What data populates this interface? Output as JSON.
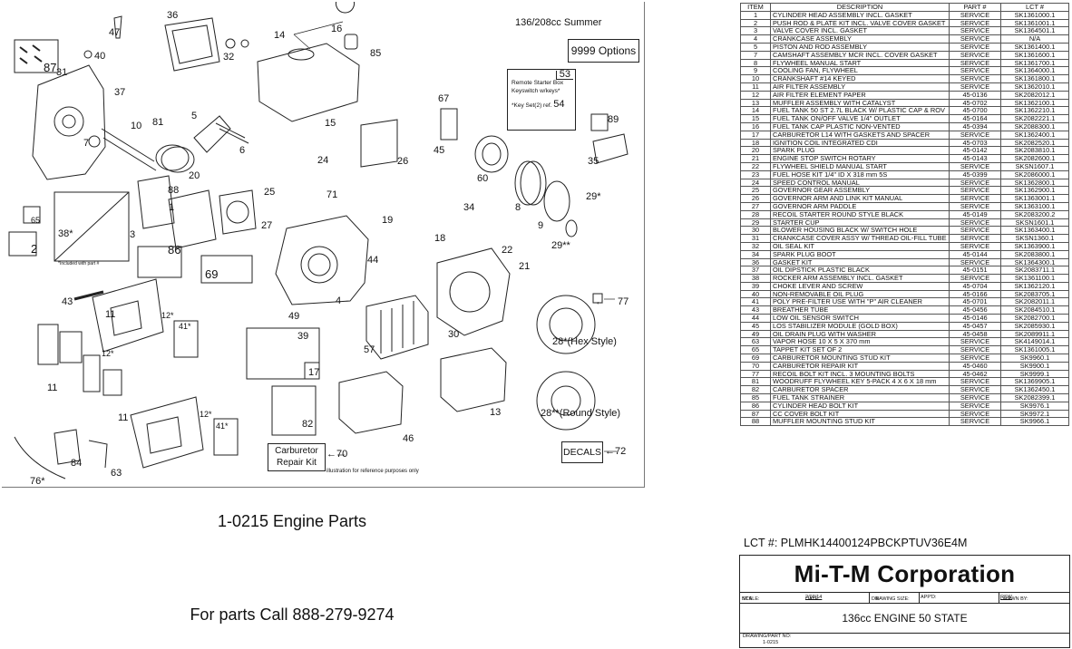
{
  "drawing": {
    "season_label": "136/208cc Summer",
    "options_label": "9999 Options",
    "remote_box": {
      "item": "53",
      "line1": "Remote Starter Box",
      "line2": "Keyswitch w/keys*",
      "line3": "*Key Set(2) ref.",
      "ref": "54"
    },
    "carb_kit": {
      "line1": "Carburetor",
      "line2": "Repair Kit",
      "ref": "70"
    },
    "decals": {
      "label": "DECALS",
      "ref": "72"
    },
    "included_note": "*Included with part #",
    "illustration_note": "illustration for reference purposes only",
    "recoil_labels": {
      "hex": "28*(Hex Style)",
      "round": "28**(Round Style)"
    },
    "callouts": [
      "47",
      "36",
      "16",
      "14",
      "85",
      "87",
      "40",
      "31",
      "32",
      "37",
      "10",
      "81",
      "5",
      "6",
      "7",
      "53",
      "67",
      "89",
      "45",
      "26",
      "15",
      "24",
      "71",
      "25",
      "60",
      "35",
      "20",
      "88",
      "1",
      "65",
      "38*",
      "3",
      "86",
      "2",
      "69",
      "27",
      "19",
      "18",
      "34",
      "8",
      "29*",
      "9",
      "29**",
      "22",
      "44",
      "21",
      "43",
      "4",
      "49",
      "39",
      "30",
      "57",
      "77",
      "11",
      "12*",
      "41*",
      "17",
      "82",
      "13",
      "46",
      "84",
      "63",
      "76*"
    ]
  },
  "captions": {
    "title": "1-0215 Engine Parts",
    "phone": "For parts Call 888-279-9274"
  },
  "parts_table": {
    "headers": [
      "ITEM",
      "DESCRIPTION",
      "PART #",
      "LCT #"
    ],
    "rows": [
      [
        "1",
        "CYLINDER HEAD ASSEMBLY INCL. GASKET",
        "SERVICE",
        "SK1361000.1"
      ],
      [
        "2",
        "PUSH ROD & PLATE KIT INCL. VALVE COVER GASKET",
        "SERVICE",
        "SK1361001.1"
      ],
      [
        "3",
        "VALVE COVER INCL. GASKET",
        "SERVICE",
        "SK1364501.1"
      ],
      [
        "4",
        "CRANKCASE ASSEMBLY",
        "SERVICE",
        "N/A"
      ],
      [
        "5",
        "PISTON AND ROD ASSEMBLY",
        "SERVICE",
        "SK1361400.1"
      ],
      [
        "7",
        "CAMSHAFT ASSEMBLY MCR INCL. COVER GASKET",
        "SERVICE",
        "SK1361600.1"
      ],
      [
        "8",
        "FLYWHEEL MANUAL START",
        "SERVICE",
        "SK1361700.1"
      ],
      [
        "9",
        "COOLING FAN, FLYWHEEL",
        "SERVICE",
        "SK1364000.1"
      ],
      [
        "10",
        "CRANKSHAFT #14 KEYED",
        "SERVICE",
        "SK1361800.1"
      ],
      [
        "11",
        "AIR FILTER ASSEMBLY",
        "SERVICE",
        "SK1362010.1"
      ],
      [
        "12",
        "AIR FILTER ELEMENT PAPER",
        "45-0136",
        "SK2082012.1"
      ],
      [
        "13",
        "MUFFLER ASSEMBLY WITH CATALYST",
        "45-0702",
        "SK1362100.1"
      ],
      [
        "14",
        "FUEL TANK 50 ST 2.7L BLACK W/ PLASTIC CAP & ROV",
        "45-0700",
        "SK1362210.1"
      ],
      [
        "15",
        "FUEL TANK ON/OFF VALVE 1/4\" OUTLET",
        "45-0164",
        "SK2082221.1"
      ],
      [
        "16",
        "FUEL TANK CAP PLASTIC NON-VENTED",
        "45-0394",
        "SK2088300.1"
      ],
      [
        "17",
        "CARBURETOR L14 WITH GASKETS AND SPACER",
        "SERVICE",
        "SK1362400.1"
      ],
      [
        "18",
        "IGNITION COIL INTEGRATED CDI",
        "45-0703",
        "SK2082520.1"
      ],
      [
        "20",
        "SPARK PLUG",
        "45-0142",
        "SK2083810.1"
      ],
      [
        "21",
        "ENGINE STOP SWITCH ROTARY",
        "45-0143",
        "SK2082600.1"
      ],
      [
        "22",
        "FLYWHEEL SHIELD MANUAL START",
        "SERVICE",
        "SKSN1607.1"
      ],
      [
        "23",
        "FUEL HOSE KIT 1/4\" ID X 318 mm 5S",
        "45-0399",
        "SK2086000.1"
      ],
      [
        "24",
        "SPEED CONTROL MANUAL",
        "SERVICE",
        "SK1362800.1"
      ],
      [
        "25",
        "GOVERNOR GEAR ASSEMBLY",
        "SERVICE",
        "SK1362900.1"
      ],
      [
        "26",
        "GOVERNOR ARM AND LINK KIT MANUAL",
        "SERVICE",
        "SK1363001.1"
      ],
      [
        "27",
        "GOVERNOR ARM PADDLE",
        "SERVICE",
        "SK1363100.1"
      ],
      [
        "28",
        "RECOIL STARTER ROUND STYLE BLACK",
        "45-0149",
        "SK2083200.2"
      ],
      [
        "29",
        "STARTER CUP",
        "SERVICE",
        "SKSN1601.1"
      ],
      [
        "30",
        "BLOWER HOUSING BLACK W/ SWITCH HOLE",
        "SERVICE",
        "SK1363400.1"
      ],
      [
        "31",
        "CRANKCASE COVER ASSY W/ THREAD OIL-FILL TUBE",
        "SERVICE",
        "SKSN1360.1"
      ],
      [
        "32",
        "OIL SEAL KIT",
        "SERVICE",
        "SK1363900.1"
      ],
      [
        "34",
        "SPARK PLUG BOOT",
        "45-0144",
        "SK2083800.1"
      ],
      [
        "36",
        "GASKET KIT",
        "SERVICE",
        "SK1364300.1"
      ],
      [
        "37",
        "OIL DIPSTICK PLASTIC BLACK",
        "45-0151",
        "SK2083711.1"
      ],
      [
        "38",
        "ROCKER ARM ASSEMBLY INCL. GASKET",
        "SERVICE",
        "SK1361100.1"
      ],
      [
        "39",
        "CHOKE LEVER AND SCREW",
        "45-0704",
        "SK1362120.1"
      ],
      [
        "40",
        "NON-REMOVABLE OIL PLUG",
        "45-0166",
        "SK2083705.1"
      ],
      [
        "41",
        "POLY PRE-FILTER USE WITH \"P\" AIR CLEANER",
        "45-0701",
        "SK2082011.1"
      ],
      [
        "43",
        "BREATHER TUBE",
        "45-0456",
        "SK2084510.1"
      ],
      [
        "44",
        "LOW OIL SENSOR SWITCH",
        "45-0146",
        "SK2082700.1"
      ],
      [
        "45",
        "LOS STABILIZER MODULE (GOLD BOX)",
        "45-0457",
        "SK2085930.1"
      ],
      [
        "49",
        "OIL DRAIN PLUG WITH WASHER",
        "45-0458",
        "SK2089911.1"
      ],
      [
        "63",
        "VAPOR HOSE 10 X 5 X 370 mm",
        "SERVICE",
        "SK4149014.1"
      ],
      [
        "65",
        "TAPPET KIT SET OF 2",
        "SERVICE",
        "SK1361005.1"
      ],
      [
        "69",
        "CARBURETOR MOUNTING STUD KIT",
        "SERVICE",
        "SK9960.1"
      ],
      [
        "70",
        "CARBURETOR REPAIR KIT",
        "45-0460",
        "SK9900.1"
      ],
      [
        "77",
        "RECOIL BOLT KIT INCL. 3 MOUNTING BOLTS",
        "45-0462",
        "SK9999.1"
      ],
      [
        "81",
        "WOODRUFF FLYWHEEL KEY 5-PACK 4 X 6 X 18 mm",
        "SERVICE",
        "SK1369905.1"
      ],
      [
        "82",
        "CARBURETOR SPACER",
        "SERVICE",
        "SK1362450.1"
      ],
      [
        "85",
        "FUEL TANK STRAINER",
        "SERVICE",
        "SK2082399.1"
      ],
      [
        "86",
        "CYLINDER HEAD BOLT KIT",
        "SERVICE",
        "SK9976.1"
      ],
      [
        "87",
        "CC COVER BOLT KIT",
        "SERVICE",
        "SK9972.1"
      ],
      [
        "88",
        "MUFFLER MOUNTING STUD KIT",
        "SERVICE",
        "SK9966.1"
      ]
    ]
  },
  "lct_line": "LCT #:  PLMHK14400124PBCKPTUV36E4M",
  "title_block": {
    "company": "Mi-T-M Corporation",
    "scale_label": "SCALE:",
    "scale_value": "NTS",
    "date_label": "DATE:",
    "date_value": "2/03/14",
    "size_label": "DRAWING SIZE:",
    "size_value": "B",
    "appd_label": "APP'D:",
    "drawn_label": "DRAWN BY:",
    "drawn_value": "RSW",
    "model": "136cc ENGINE 50 STATE",
    "drawing_no_label": "DRAWING/PART NO:",
    "drawing_no": "1-0215"
  }
}
